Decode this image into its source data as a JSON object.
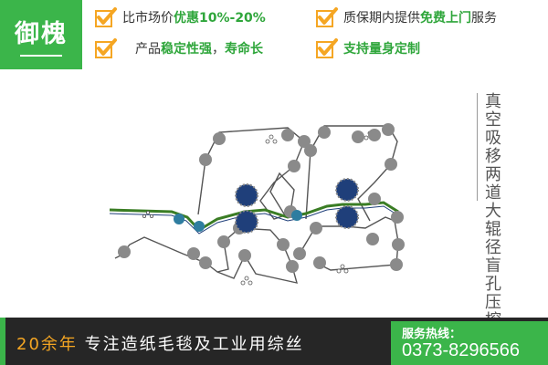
{
  "brand": {
    "name": "御槐"
  },
  "features": [
    {
      "prefix": "比市场价",
      "highlight": "优惠10%-20%",
      "suffix": ""
    },
    {
      "prefix": "质保期内提供",
      "highlight": "免费上门",
      "suffix": "服务"
    },
    {
      "prefix": "产品",
      "highlight": "稳定性强",
      "mid": "，",
      "highlight2": "寿命长"
    },
    {
      "prefix": "",
      "highlight": "支持量身定制",
      "suffix": ""
    }
  ],
  "side_title": "真空吸移两道大辊径盲孔压榨",
  "footer": {
    "slogan_years": "20余年",
    "slogan_text": "专注造纸毛毯及工业用综丝",
    "hotline_label": "服务热线：",
    "phone": "0373-8296566"
  },
  "colors": {
    "brand_green": "#3bb54a",
    "highlight_green": "#2fa63b",
    "footer_dark": "#262626",
    "accent_orange": "#f5a623",
    "roll_blue": "#1f3f7a",
    "roll_gray": "#8a8a8a"
  }
}
